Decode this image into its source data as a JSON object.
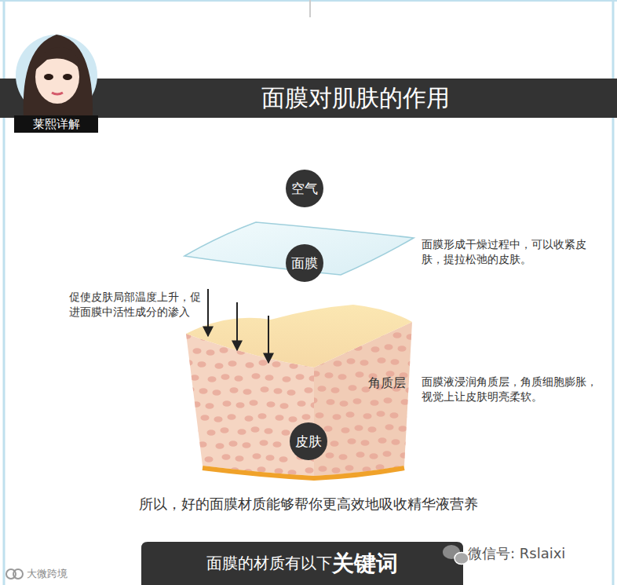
{
  "diagram": {
    "title": "面膜对肌肤的作用",
    "nodes": [
      {
        "text": [
          "莱熙详解"
        ]
      },
      {
        "text": [
          "空气"
        ]
      },
      {
        "text": [
          "面膜"
        ]
      },
      {
        "text": [
          "皮肤"
        ]
      },
      {
        "text": [
          "面膜的材质有以下",
          "关键词"
        ]
      }
    ],
    "labels": [
      "促使皮肤局部温度上升，促进面膜中活性成分的渗入",
      "面膜形成干燥过程中，可以收紧皮肤，提拉松弛的皮肤。",
      "角质层",
      "面膜液浸润角质层，角质细胞膨胀，视觉上让皮肤明亮柔软。",
      "所以，好的面膜材质能够帮你更高效地吸收精华液营养",
      "微信号: Rslaixi",
      "大微跨境"
    ]
  }
}
